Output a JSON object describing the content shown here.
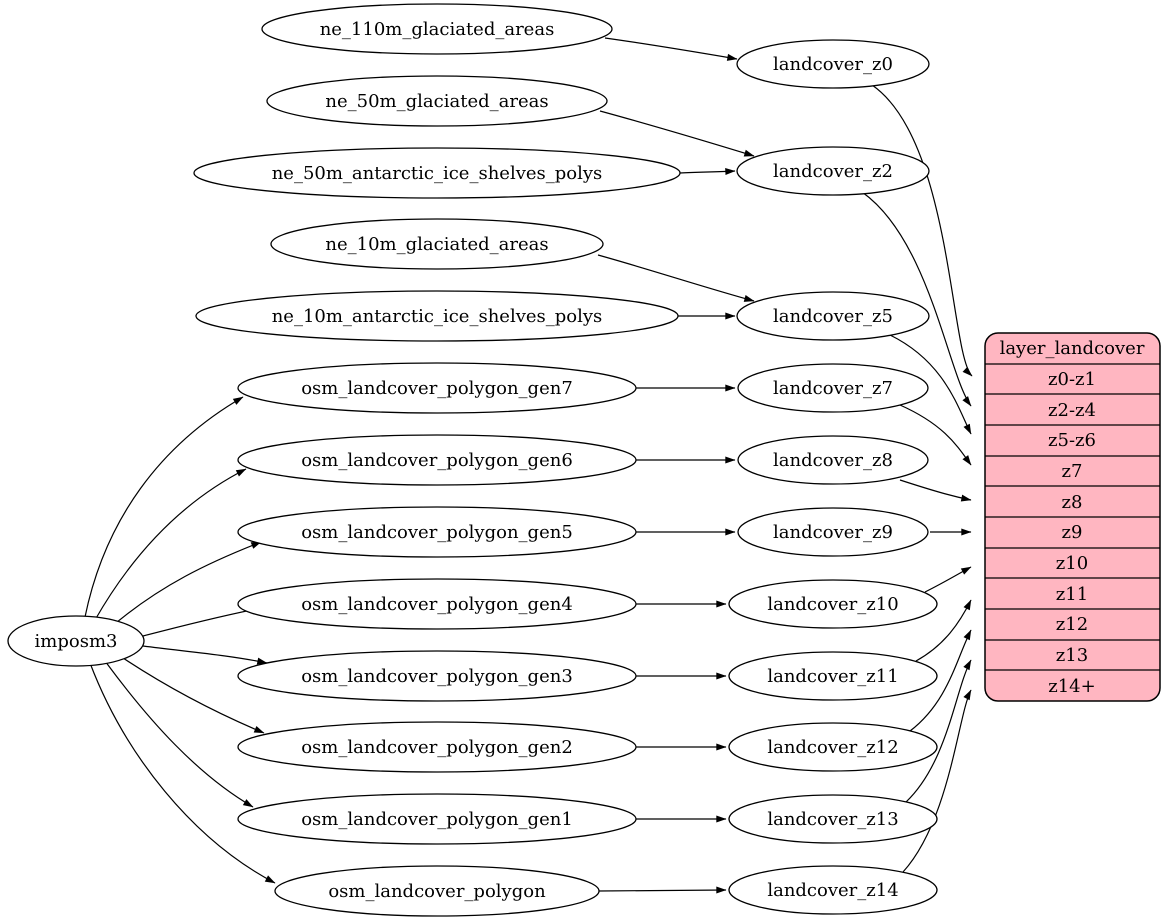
{
  "colors": {
    "background": "#ffffff",
    "node_fill": "#ffffff",
    "node_stroke": "#000000",
    "edge_color": "#000000",
    "table_fill": "#ffb6c1",
    "table_stroke": "#000000"
  },
  "nodes": {
    "root": {
      "label": "imposm3"
    },
    "sources": [
      "ne_110m_glaciated_areas",
      "ne_50m_glaciated_areas",
      "ne_50m_antarctic_ice_shelves_polys",
      "ne_10m_glaciated_areas",
      "ne_10m_antarctic_ice_shelves_polys",
      "osm_landcover_polygon_gen7",
      "osm_landcover_polygon_gen6",
      "osm_landcover_polygon_gen5",
      "osm_landcover_polygon_gen4",
      "osm_landcover_polygon_gen3",
      "osm_landcover_polygon_gen2",
      "osm_landcover_polygon_gen1",
      "osm_landcover_polygon"
    ],
    "intermediates": [
      "landcover_z0",
      "landcover_z2",
      "landcover_z5",
      "landcover_z7",
      "landcover_z8",
      "landcover_z9",
      "landcover_z10",
      "landcover_z11",
      "landcover_z12",
      "landcover_z13",
      "landcover_z14"
    ],
    "table": {
      "title": "layer_landcover",
      "rows": [
        "z0-z1",
        "z2-z4",
        "z5-z6",
        "z7",
        "z8",
        "z9",
        "z10",
        "z11",
        "z12",
        "z13",
        "z14+"
      ]
    }
  },
  "edges": [
    {
      "from": "imposm3",
      "to": "osm_landcover_polygon_gen7"
    },
    {
      "from": "imposm3",
      "to": "osm_landcover_polygon_gen6"
    },
    {
      "from": "imposm3",
      "to": "osm_landcover_polygon_gen5"
    },
    {
      "from": "imposm3",
      "to": "osm_landcover_polygon_gen4"
    },
    {
      "from": "imposm3",
      "to": "osm_landcover_polygon_gen3"
    },
    {
      "from": "imposm3",
      "to": "osm_landcover_polygon_gen2"
    },
    {
      "from": "imposm3",
      "to": "osm_landcover_polygon_gen1"
    },
    {
      "from": "imposm3",
      "to": "osm_landcover_polygon"
    },
    {
      "from": "ne_110m_glaciated_areas",
      "to": "landcover_z0"
    },
    {
      "from": "ne_50m_glaciated_areas",
      "to": "landcover_z2"
    },
    {
      "from": "ne_50m_antarctic_ice_shelves_polys",
      "to": "landcover_z2"
    },
    {
      "from": "ne_10m_glaciated_areas",
      "to": "landcover_z5"
    },
    {
      "from": "ne_10m_antarctic_ice_shelves_polys",
      "to": "landcover_z5"
    },
    {
      "from": "osm_landcover_polygon_gen7",
      "to": "landcover_z7"
    },
    {
      "from": "osm_landcover_polygon_gen6",
      "to": "landcover_z8"
    },
    {
      "from": "osm_landcover_polygon_gen5",
      "to": "landcover_z9"
    },
    {
      "from": "osm_landcover_polygon_gen4",
      "to": "landcover_z10"
    },
    {
      "from": "osm_landcover_polygon_gen3",
      "to": "landcover_z11"
    },
    {
      "from": "osm_landcover_polygon_gen2",
      "to": "landcover_z12"
    },
    {
      "from": "osm_landcover_polygon_gen1",
      "to": "landcover_z13"
    },
    {
      "from": "osm_landcover_polygon",
      "to": "landcover_z14"
    },
    {
      "from": "landcover_z0",
      "to": "layer_landcover:z0-z1"
    },
    {
      "from": "landcover_z2",
      "to": "layer_landcover:z2-z4"
    },
    {
      "from": "landcover_z5",
      "to": "layer_landcover:z5-z6"
    },
    {
      "from": "landcover_z7",
      "to": "layer_landcover:z7"
    },
    {
      "from": "landcover_z8",
      "to": "layer_landcover:z8"
    },
    {
      "from": "landcover_z9",
      "to": "layer_landcover:z9"
    },
    {
      "from": "landcover_z10",
      "to": "layer_landcover:z10"
    },
    {
      "from": "landcover_z11",
      "to": "layer_landcover:z11"
    },
    {
      "from": "landcover_z12",
      "to": "layer_landcover:z12"
    },
    {
      "from": "landcover_z13",
      "to": "layer_landcover:z13"
    },
    {
      "from": "landcover_z14",
      "to": "layer_landcover:z14+"
    }
  ]
}
